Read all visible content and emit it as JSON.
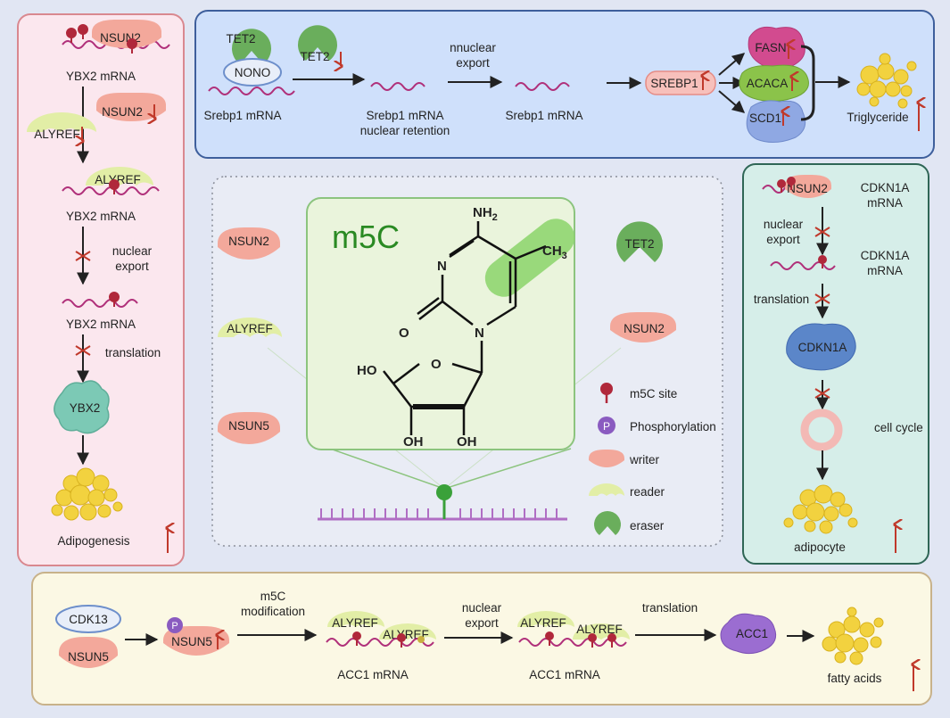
{
  "colors": {
    "background": "#e1e6f3",
    "writer": "#f3a89b",
    "reader": "#e2eea6",
    "eraser": "#6aae5c",
    "m5c_site": "#b0283b",
    "phosphorylation": "#8a5bc0",
    "up_arrow": "#c0392b",
    "panel_left": "#fbe7ee",
    "panel_top": "#cfe0fb",
    "panel_right": "#d6eee9",
    "panel_bottom": "#fbf8e4"
  },
  "left_panel": {
    "nsun2": "NSUN2",
    "ybx2_mrna_1": "YBX2 mRNA",
    "nsun2_down": "NSUN2",
    "alyref_down": "ALYREF",
    "alyref": "ALYREF",
    "ybx2_mrna_2": "YBX2 mRNA",
    "nuclear_export_1": "nuclear",
    "nuclear_export_2": "export",
    "ybx2_mrna_3": "YBX2 mRNA",
    "translation": "translation",
    "ybx2_protein": "YBX2",
    "adipogenesis": "Adipogenesis"
  },
  "top_panel": {
    "tet2": "TET2",
    "nono": "NONO",
    "srebp1_mrna_1": "Srebp1 mRNA",
    "tet2_down": "TET2",
    "srebp1_retention_1": "Srebp1 mRNA",
    "srebp1_retention_2": "nuclear retention",
    "export_1": "nnuclear",
    "export_2": "export",
    "srebp1_mrna_3": "Srebp1 mRNA",
    "srebp1": "SREBP1",
    "fasn": "FASN",
    "acaca": "ACACA",
    "scd1": "SCD1",
    "triglyceride": "Triglyceride"
  },
  "center_panel": {
    "title": "m5C",
    "nh2": "NH",
    "nh2_sub": "2",
    "ch3": "CH",
    "ch3_sub": "3",
    "n1": "N",
    "n2": "N",
    "o1": "O",
    "ho": "HO",
    "o_ring": "O",
    "oh1": "OH",
    "oh2": "OH",
    "writers": [
      "NSUN2",
      "NSUN5"
    ],
    "readers": [
      "ALYREF"
    ],
    "erasers": [
      "TET2"
    ],
    "right_writer": "NSUN2"
  },
  "legend": {
    "m5c_site": "m5C site",
    "phosphorylation_symbol": "P",
    "phosphorylation": "Phosphorylation",
    "writer": "writer",
    "reader": "reader",
    "eraser": "eraser"
  },
  "right_panel": {
    "nsun2": "NSUN2",
    "cdkn1a_mrna_1a": "CDKN1A",
    "cdkn1a_mrna_1b": "mRNA",
    "nuclear_export_1": "nuclear",
    "nuclear_export_2": "export",
    "cdkn1a_mrna_2a": "CDKN1A",
    "cdkn1a_mrna_2b": "mRNA",
    "translation": "translation",
    "cdkn1a": "CDKN1A",
    "cell_cycle": "cell cycle",
    "adipocyte": "adipocyte"
  },
  "bottom_panel": {
    "cdk13": "CDK13",
    "nsun5": "NSUN5",
    "p": "P",
    "nsun5_up": "NSUN5",
    "m5c_mod_1": "m5C",
    "m5c_mod_2": "modification",
    "alyref_1": "ALYREF",
    "alyref_2": "ALYREF",
    "acc1_mrna_1": "ACC1 mRNA",
    "export_1": "nuclear",
    "export_2": "export",
    "alyref_3": "ALYREF",
    "alyref_4": "ALYREF",
    "acc1_mrna_2": "ACC1 mRNA",
    "translation": "translation",
    "acc1": "ACC1",
    "fatty_acids": "fatty acids"
  }
}
